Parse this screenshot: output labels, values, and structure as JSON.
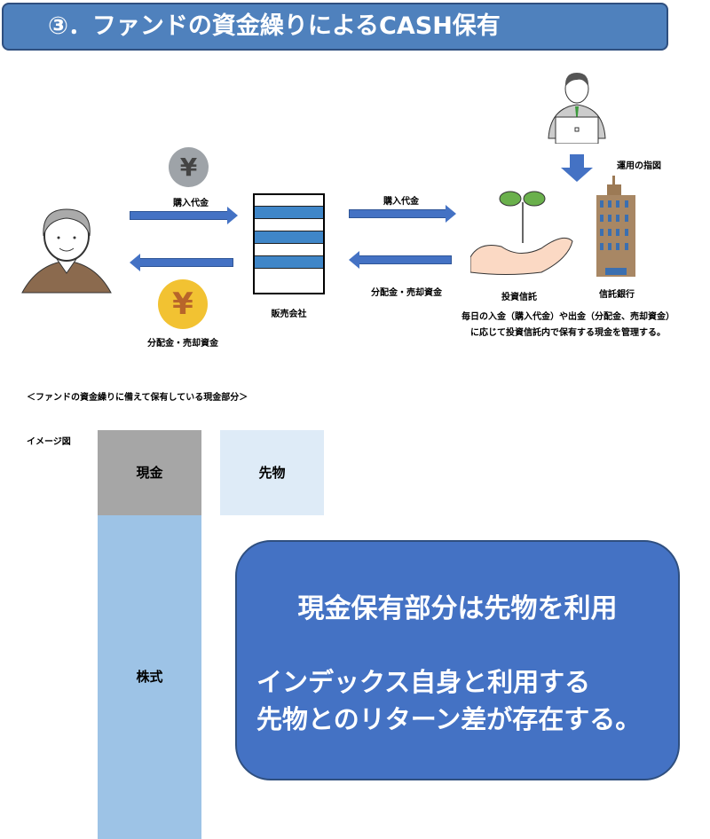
{
  "title": "③．ファンドの資金繰りによるCASH保有",
  "flow": {
    "purchase_label_left": "購入代金",
    "redemption_label_left": "分配金・売却資金",
    "distributor": "販売会社",
    "purchase_label_right": "購入代金",
    "redemption_label_right": "分配金・売却資金",
    "investment_trust": "投資信託",
    "trust_bank": "信託銀行",
    "instruction": "運用の指図",
    "note_line1": "毎日の入金（購入代金）や出金（分配金、売却資金）",
    "note_line2": "に応じて投資信託内で保有する現金を管理する。",
    "yen_symbol": "¥"
  },
  "lower": {
    "heading": "＜ファンドの資金繰りに備えて保有している現金部分＞",
    "image_label": "イメージ図",
    "cash": "現金",
    "futures": "先物",
    "stocks": "株式",
    "callout_line1": "現金保有部分は先物を利用",
    "callout_line2": "インデックス自身と利用する",
    "callout_line3": "先物とのリターン差が存在する。"
  },
  "colors": {
    "title": "#4f81bd",
    "arrow": "#4472c4",
    "cash": "#a6a6a6",
    "stocks": "#9dc3e6",
    "futures": "#deebf7",
    "callout": "#4472c4"
  }
}
